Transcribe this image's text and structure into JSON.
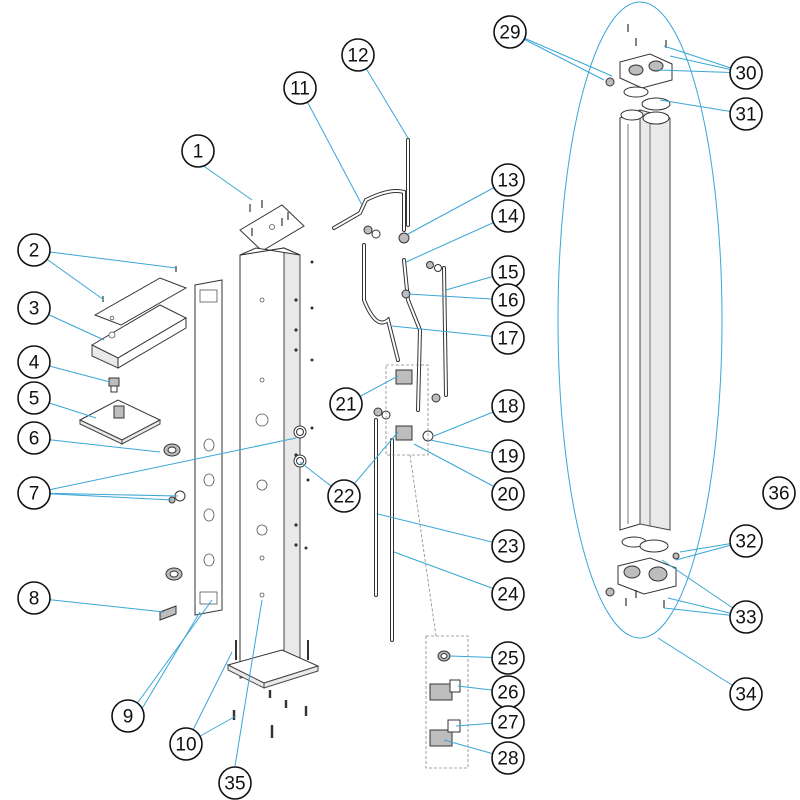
{
  "colors": {
    "leader_line": "#3aa6d6",
    "part_outline": "#333333",
    "callout_circle": "#111111",
    "background": "#ffffff"
  },
  "callouts": [
    {
      "label": "1"
    },
    {
      "label": "2"
    },
    {
      "label": "3"
    },
    {
      "label": "4"
    },
    {
      "label": "5"
    },
    {
      "label": "6"
    },
    {
      "label": "7"
    },
    {
      "label": "8"
    },
    {
      "label": "9"
    },
    {
      "label": "10"
    },
    {
      "label": "11"
    },
    {
      "label": "12"
    },
    {
      "label": "13"
    },
    {
      "label": "14"
    },
    {
      "label": "15"
    },
    {
      "label": "16"
    },
    {
      "label": "17"
    },
    {
      "label": "18"
    },
    {
      "label": "19"
    },
    {
      "label": "20"
    },
    {
      "label": "21"
    },
    {
      "label": "22"
    },
    {
      "label": "23"
    },
    {
      "label": "24"
    },
    {
      "label": "25"
    },
    {
      "label": "26"
    },
    {
      "label": "27"
    },
    {
      "label": "28"
    },
    {
      "label": "29"
    },
    {
      "label": "30"
    },
    {
      "label": "31"
    },
    {
      "label": "32"
    },
    {
      "label": "33"
    },
    {
      "label": "34"
    },
    {
      "label": "35"
    },
    {
      "label": "36"
    }
  ]
}
